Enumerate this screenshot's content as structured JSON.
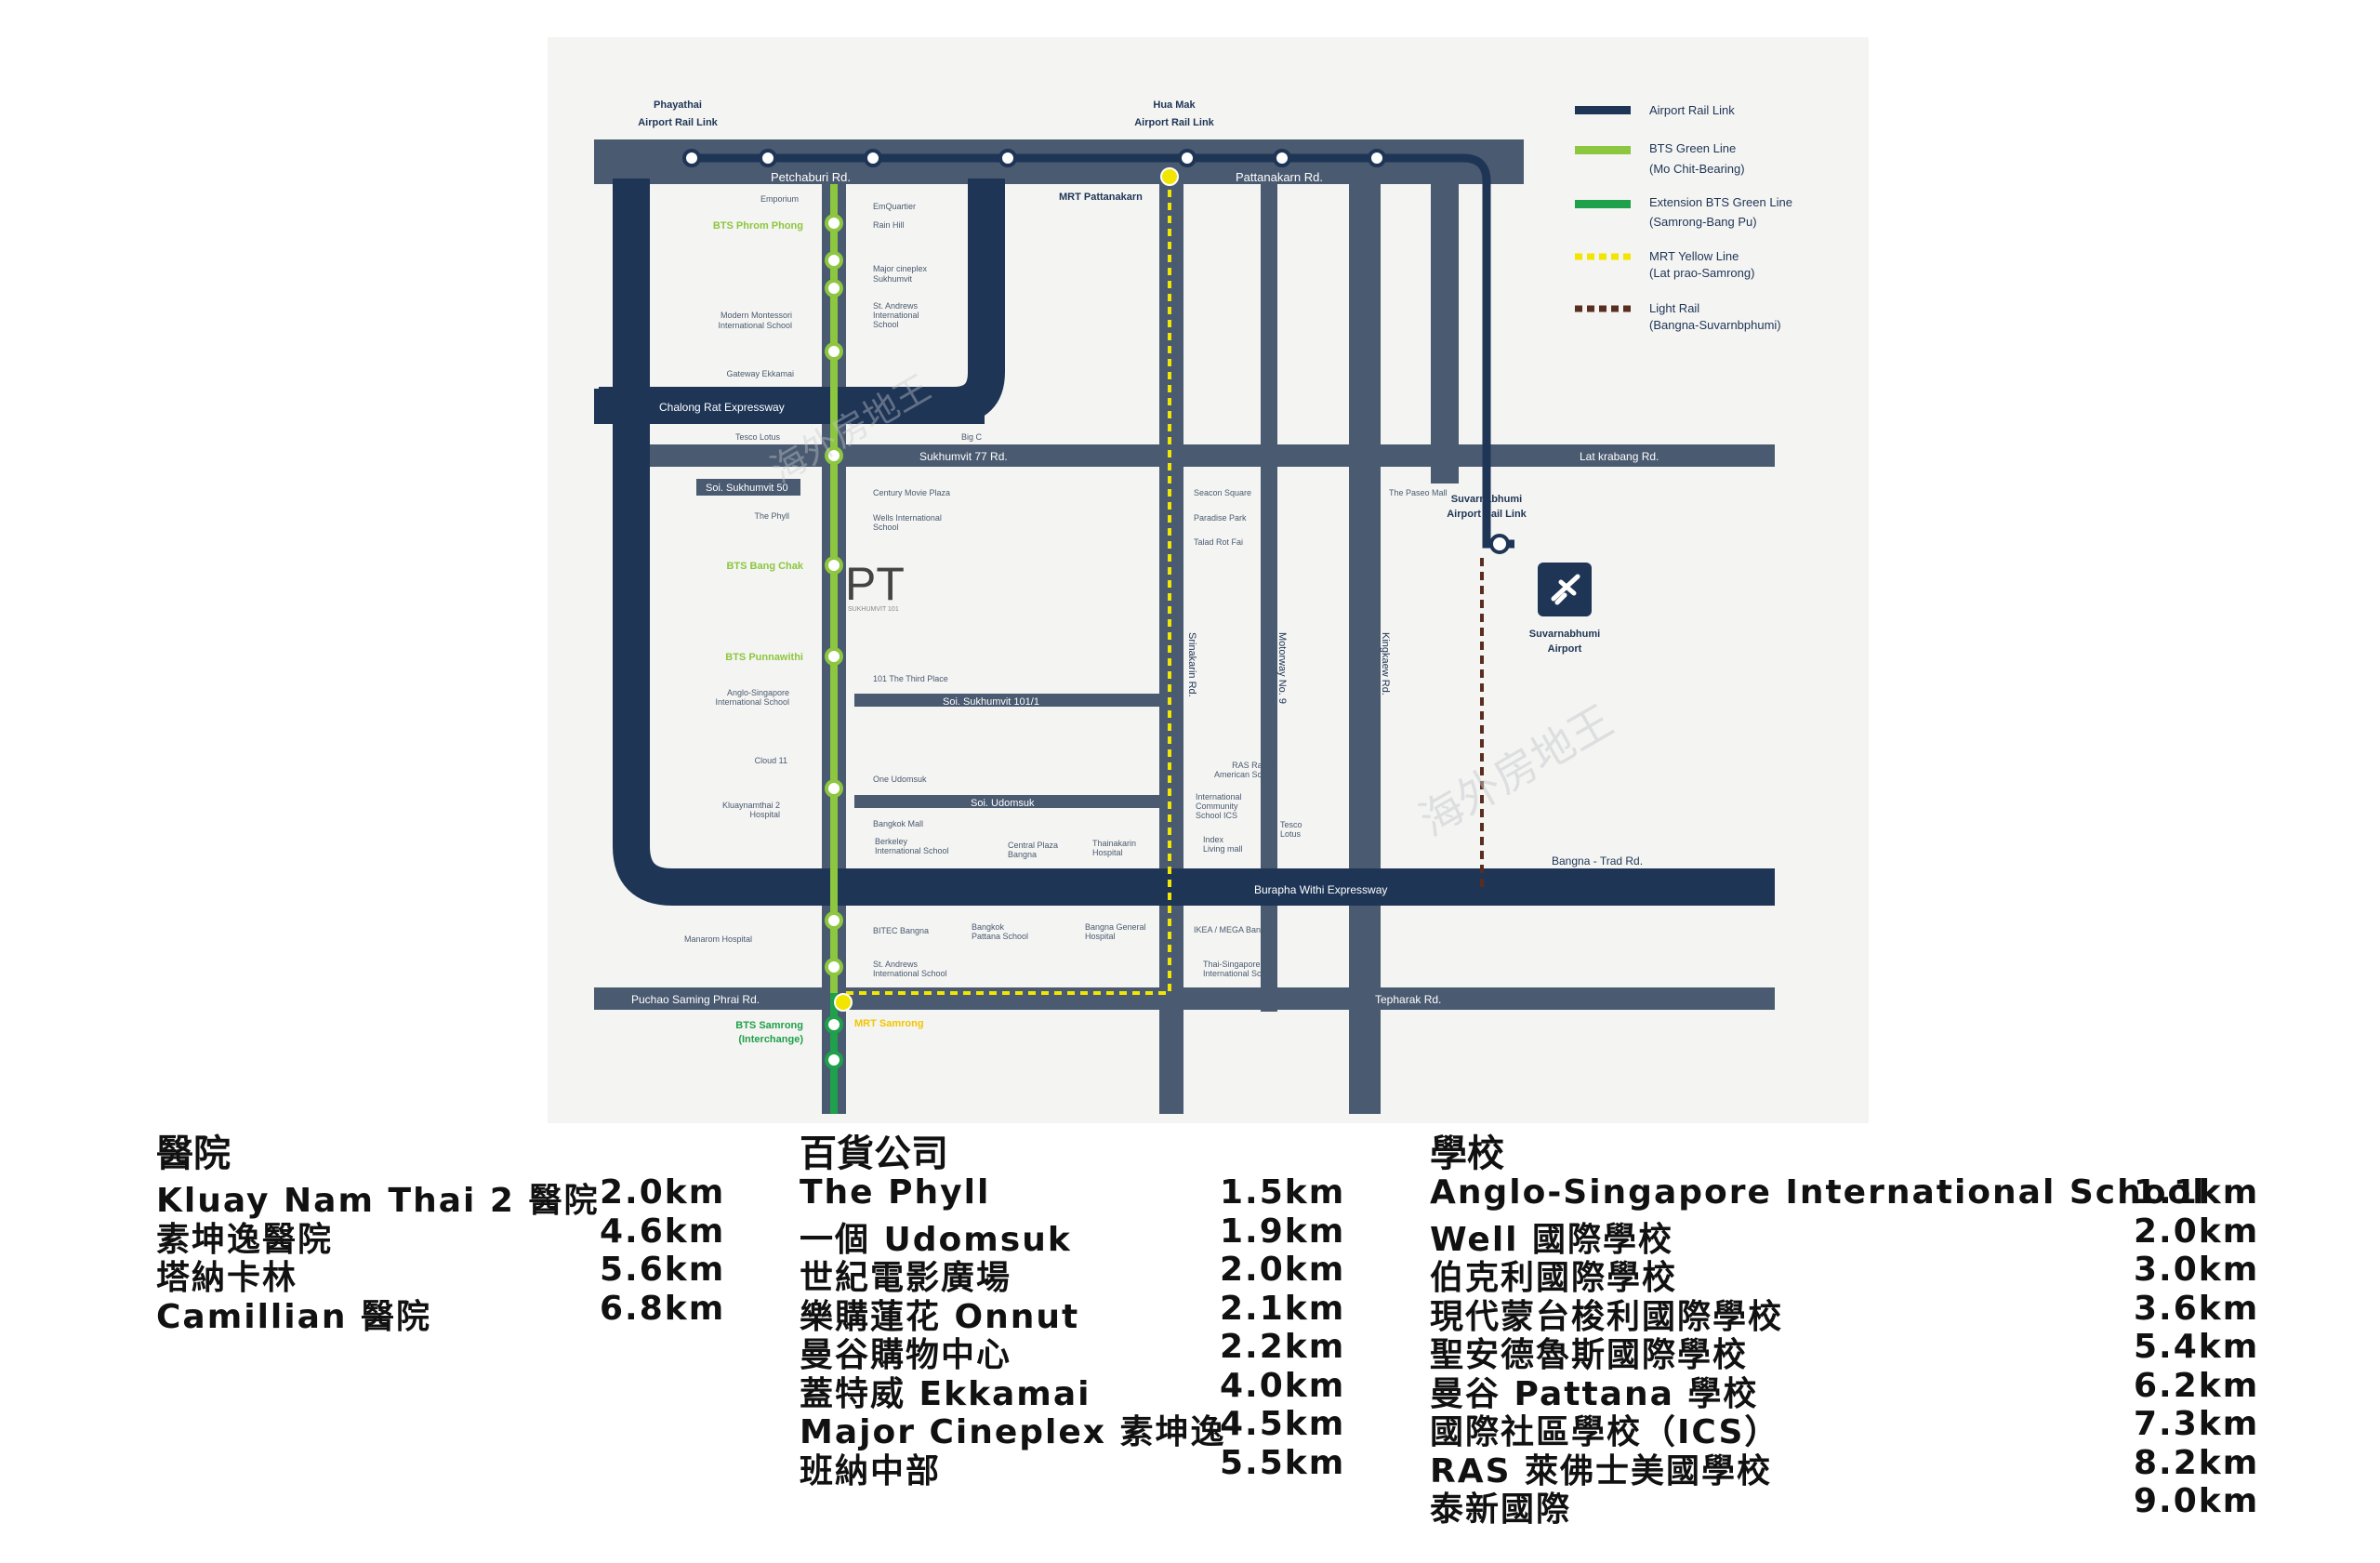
{
  "map": {
    "legend": [
      {
        "label": "Airport Rail Link",
        "sub": "",
        "color": "#1e3556",
        "style": "solid"
      },
      {
        "label": "BTS Green Line",
        "sub": "(Mo Chit-Bearing)",
        "color": "#8dc63f",
        "style": "solid"
      },
      {
        "label": "Extension BTS Green Line",
        "sub": "(Samrong-Bang Pu)",
        "color": "#1fa04a",
        "style": "solid"
      },
      {
        "label": "MRT Yellow Line",
        "sub": "(Lat prao-Samrong)",
        "color": "#f2e600",
        "style": "dashed"
      },
      {
        "label": "Light Rail",
        "sub": "(Bangna-Suvarnbphumi)",
        "color": "#5a2e1e",
        "style": "dashed"
      }
    ],
    "roads": {
      "petchaburi": "Petchaburi Rd.",
      "pattanakarn": "Pattanakarn Rd.",
      "sukhumvit77": "Sukhumvit 77 Rd.",
      "latkrabang": "Lat krabang Rd.",
      "soi50": "Soi. Sukhumvit 50",
      "soi101": "Soi. Sukhumvit 101/1",
      "soiudomsuk": "Soi. Udomsuk",
      "bangnatrad": "Bangna - Trad Rd.",
      "puchao": "Puchao Saming Phrai Rd.",
      "tepharak": "Tepharak Rd.",
      "srinakarin": "Srinakarin Rd.",
      "motorway": "Motorway No. 9",
      "kingkaew": "Kingkaew Rd.",
      "chalong": "Chalong Rat Expressway",
      "burapha": "Burapha Withi Expressway"
    },
    "stations": {
      "phayathai": [
        "Phayathai",
        "Airport Rail Link"
      ],
      "huamak": [
        "Hua Mak",
        "Airport Rail Link"
      ],
      "mrt_pattanakarn": "MRT Pattanakarn",
      "suvarnabhumi_arl": [
        "Suvarnabhumi",
        "Airport  Rail Link"
      ],
      "bts_phrom_phong": "BTS Phrom Phong",
      "bts_bang_chak": "BTS Bang Chak",
      "bts_punnawithi": "BTS Punnawithi",
      "bts_samrong": [
        "BTS Samrong",
        "(Interchange)"
      ],
      "mrt_samrong": "MRT Samrong"
    },
    "airport": [
      "Suvarnabhumi",
      "Airport"
    ],
    "logo": {
      "main": "PT",
      "sub": "SUKHUMVIT 101"
    },
    "watermark": "海外房地王",
    "places": {
      "emporium": "Emporium",
      "emquartier": "EmQuartier",
      "rainhill": "Rain Hill",
      "major": [
        "Major cineplex",
        "Sukhumvit"
      ],
      "standrews1": [
        "St. Andrews",
        "International",
        "School"
      ],
      "montessori": [
        "Modern Montessori",
        "International School"
      ],
      "gateway": "Gateway Ekkamai",
      "tescolotus1": "Tesco Lotus",
      "bigc": "Big C",
      "century": "Century Movie Plaza",
      "wells": [
        "Wells International",
        "School"
      ],
      "phyll": "The Phyll",
      "thirdplace": "101 The Third Place",
      "anglo": [
        "Anglo-Singapore",
        "International School"
      ],
      "cloud11": "Cloud 11",
      "kluaynamthai": [
        "Kluaynamthai 2",
        "Hospital"
      ],
      "oneudomsuk": "One Udomsuk",
      "bangkokmall": "Bangkok Mall",
      "berkeley": [
        "Berkeley",
        "International School"
      ],
      "centralplaza": [
        "Central Plaza",
        "Bangna"
      ],
      "thainakarin": [
        "Thainakarin",
        "Hospital"
      ],
      "seacon": "Seacon Square",
      "paradise": "Paradise Park",
      "talad": "Talad Rot Fai",
      "paseo": "The Paseo Mall",
      "ras": [
        "RAS Raffles",
        "American School"
      ],
      "ics": [
        "International",
        "Community",
        "School ICS"
      ],
      "tescolotus2": [
        "Tesco",
        "Lotus"
      ],
      "index": [
        "Index",
        "Living mall"
      ],
      "manarom": "Manarom Hospital",
      "bitec": "BITEC Bangna",
      "pattanaschool": [
        "Bangkok",
        "Pattana School"
      ],
      "bangnagen": [
        "Bangna General",
        "Hospital"
      ],
      "ikea": "IKEA / MEGA Bangna",
      "standrews2": [
        "St. Andrews",
        "International School"
      ],
      "thaisingapore": [
        "Thai-Singapore",
        "International School"
      ]
    }
  },
  "hospitals": {
    "heading": "醫院",
    "items": [
      {
        "name": "Kluay Nam Thai 2 醫院",
        "dist": "2.0km"
      },
      {
        "name": "素坤逸醫院",
        "dist": "4.6km"
      },
      {
        "name": "塔納卡林",
        "dist": "5.6km"
      },
      {
        "name": "Camillian 醫院",
        "dist": "6.8km"
      }
    ]
  },
  "shopping": {
    "heading": "百貨公司",
    "items": [
      {
        "name": "The Phyll",
        "dist": "1.5km"
      },
      {
        "name": "一個 Udomsuk",
        "dist": "1.9km"
      },
      {
        "name": "世紀電影廣場",
        "dist": "2.0km"
      },
      {
        "name": "樂購蓮花 Onnut",
        "dist": "2.1km"
      },
      {
        "name": "曼谷購物中心",
        "dist": "2.2km"
      },
      {
        "name": "蓋特威 Ekkamai",
        "dist": "4.0km"
      },
      {
        "name": "Major Cineplex 素坤逸",
        "dist": "4.5km"
      },
      {
        "name": "班納中部",
        "dist": "5.5km"
      }
    ]
  },
  "schools": {
    "heading": "學校",
    "items": [
      {
        "name": "Anglo-Singapore International School",
        "dist": "1.1km"
      },
      {
        "name": "Well 國際學校",
        "dist": "2.0km"
      },
      {
        "name": "伯克利國際學校",
        "dist": "3.0km"
      },
      {
        "name": "現代蒙台梭利國際學校",
        "dist": "3.6km"
      },
      {
        "name": "聖安德魯斯國際學校",
        "dist": "5.4km"
      },
      {
        "name": "曼谷 Pattana 學校",
        "dist": "6.2km"
      },
      {
        "name": "國際社區學校（ICS）",
        "dist": "7.3km"
      },
      {
        "name": "RAS 萊佛士美國學校",
        "dist": "8.2km"
      },
      {
        "name": "泰新國際",
        "dist": "9.0km"
      }
    ]
  }
}
